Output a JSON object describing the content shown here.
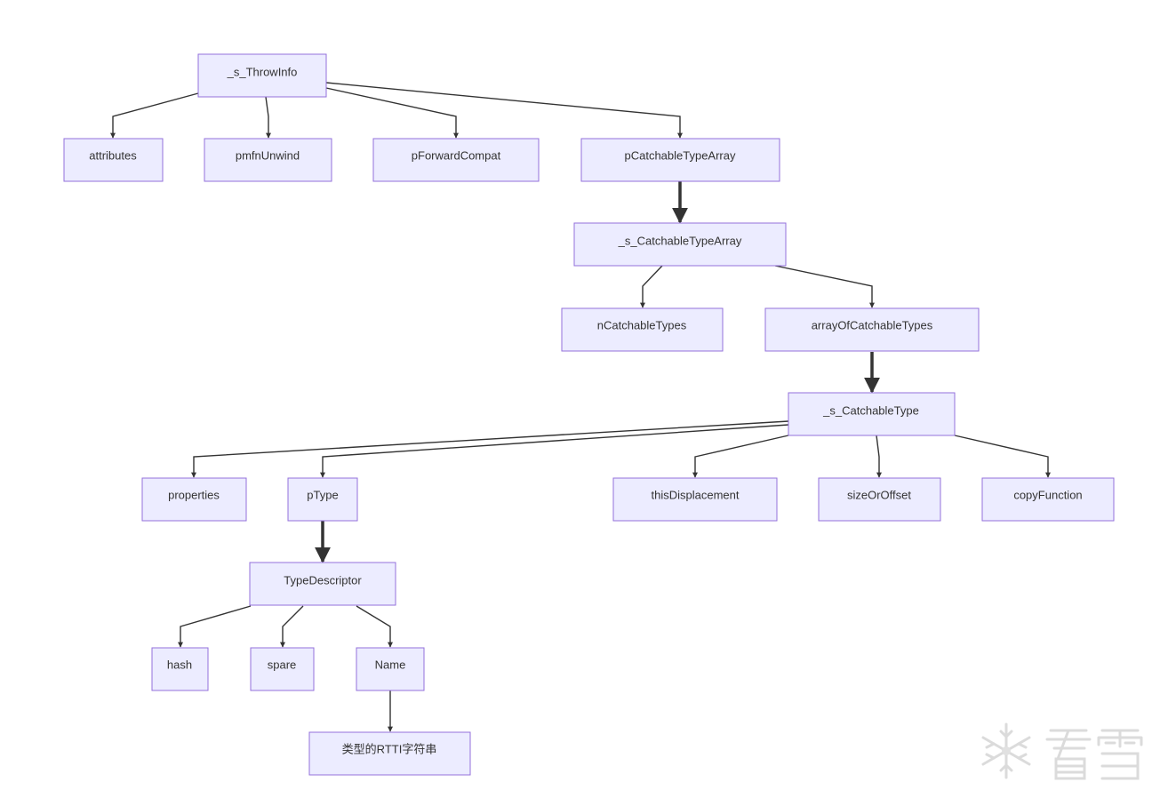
{
  "diagram": {
    "nodes": [
      {
        "id": "throwinfo",
        "label": "_s_ThrowInfo"
      },
      {
        "id": "attributes",
        "label": "attributes"
      },
      {
        "id": "pmfnUnwind",
        "label": "pmfnUnwind"
      },
      {
        "id": "pForwardCompat",
        "label": "pForwardCompat"
      },
      {
        "id": "pCatchableTypeArray",
        "label": "pCatchableTypeArray"
      },
      {
        "id": "catchableTypeArray",
        "label": "_s_CatchableTypeArray"
      },
      {
        "id": "nCatchableTypes",
        "label": "nCatchableTypes"
      },
      {
        "id": "arrayOfCatchableTypes",
        "label": "arrayOfCatchableTypes"
      },
      {
        "id": "catchableType",
        "label": "_s_CatchableType"
      },
      {
        "id": "properties",
        "label": "properties"
      },
      {
        "id": "pType",
        "label": "pType"
      },
      {
        "id": "thisDisplacement",
        "label": "thisDisplacement"
      },
      {
        "id": "sizeOrOffset",
        "label": "sizeOrOffset"
      },
      {
        "id": "copyFunction",
        "label": "copyFunction"
      },
      {
        "id": "typeDescriptor",
        "label": "TypeDescriptor"
      },
      {
        "id": "hash",
        "label": "hash"
      },
      {
        "id": "spare",
        "label": "spare"
      },
      {
        "id": "name",
        "label": "Name"
      },
      {
        "id": "rttiString",
        "label": "类型的RTTI字符串"
      }
    ],
    "edges": [
      {
        "from": "throwinfo",
        "to": "attributes",
        "style": "normal"
      },
      {
        "from": "throwinfo",
        "to": "pmfnUnwind",
        "style": "normal"
      },
      {
        "from": "throwinfo",
        "to": "pForwardCompat",
        "style": "normal"
      },
      {
        "from": "throwinfo",
        "to": "pCatchableTypeArray",
        "style": "normal"
      },
      {
        "from": "pCatchableTypeArray",
        "to": "catchableTypeArray",
        "style": "thick"
      },
      {
        "from": "catchableTypeArray",
        "to": "nCatchableTypes",
        "style": "normal"
      },
      {
        "from": "catchableTypeArray",
        "to": "arrayOfCatchableTypes",
        "style": "normal"
      },
      {
        "from": "arrayOfCatchableTypes",
        "to": "catchableType",
        "style": "thick"
      },
      {
        "from": "catchableType",
        "to": "properties",
        "style": "normal"
      },
      {
        "from": "catchableType",
        "to": "pType",
        "style": "normal"
      },
      {
        "from": "catchableType",
        "to": "thisDisplacement",
        "style": "normal"
      },
      {
        "from": "catchableType",
        "to": "sizeOrOffset",
        "style": "normal"
      },
      {
        "from": "catchableType",
        "to": "copyFunction",
        "style": "normal"
      },
      {
        "from": "pType",
        "to": "typeDescriptor",
        "style": "thick"
      },
      {
        "from": "typeDescriptor",
        "to": "hash",
        "style": "normal"
      },
      {
        "from": "typeDescriptor",
        "to": "spare",
        "style": "normal"
      },
      {
        "from": "typeDescriptor",
        "to": "name",
        "style": "normal"
      },
      {
        "from": "name",
        "to": "rttiString",
        "style": "normal"
      }
    ],
    "colors": {
      "node_fill": "#ECECFF",
      "node_border": "#9370DB",
      "edge": "#333333",
      "text": "#333333"
    }
  },
  "watermark": {
    "icon": "snowflake-logo-icon",
    "text": "看雪"
  }
}
